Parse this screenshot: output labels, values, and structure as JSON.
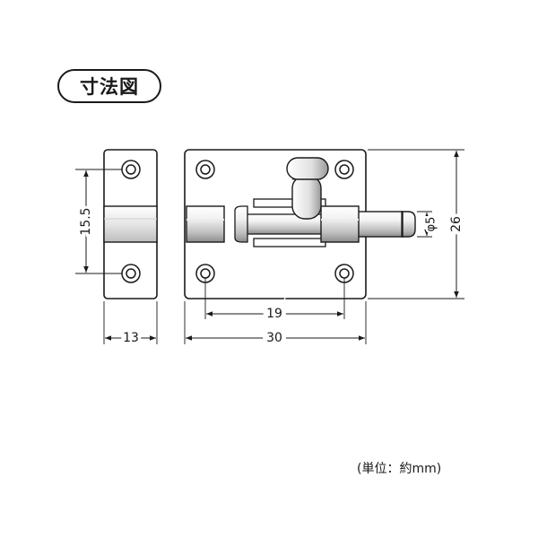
{
  "title": "寸法図",
  "unit_note": "(単位：約mm)",
  "colors": {
    "line": "#1a1a1a",
    "body_fill": "#ffffff",
    "shade_light": "#d9d9d9",
    "shade_mid": "#bdbdbd",
    "shade_dark": "#8c8c8c"
  },
  "dimensions": {
    "hole_spacing": "15.5",
    "side_width": "13",
    "hole_pitch": "19",
    "plate_width": "30",
    "bolt_diameter": "φ5",
    "plate_height": "26"
  }
}
